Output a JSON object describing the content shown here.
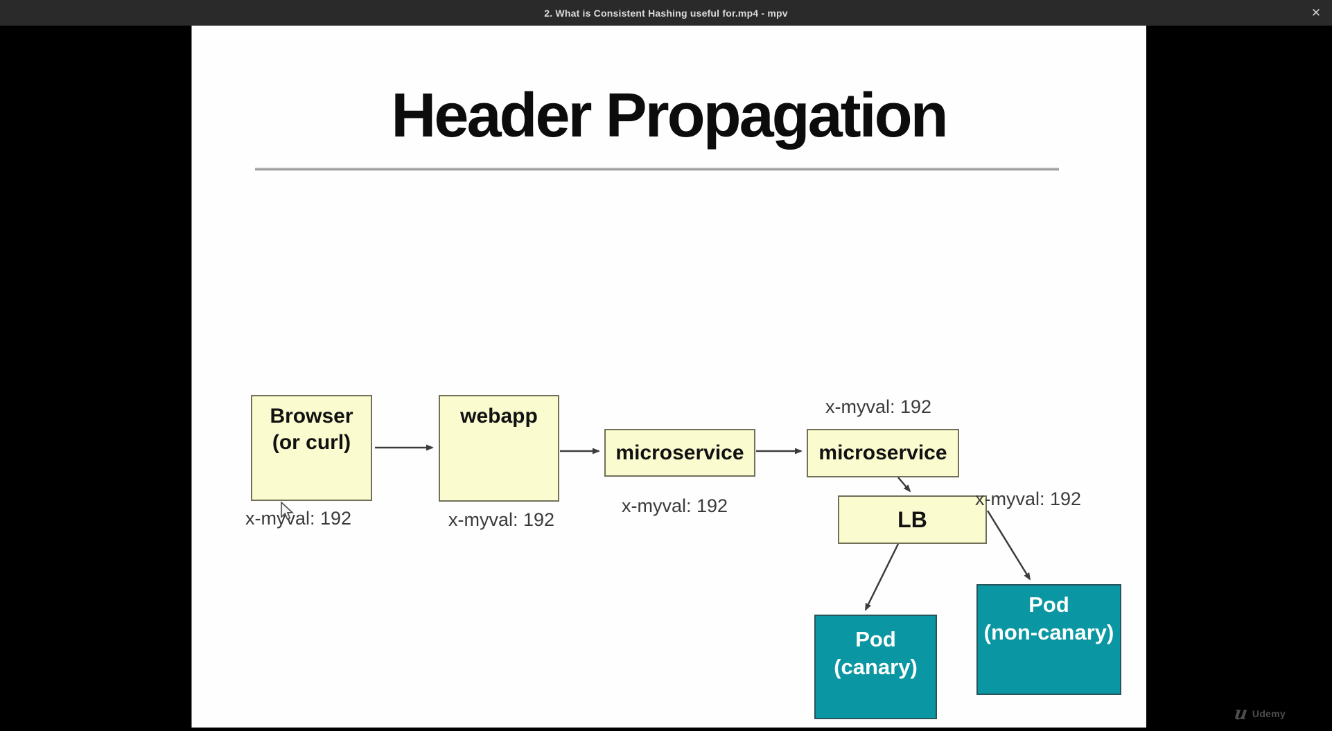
{
  "window": {
    "title": "2. What is Consistent Hashing useful for.mp4 - mpv",
    "close_icon": "✕"
  },
  "slide": {
    "title": "Header Propagation",
    "nodes": {
      "browser": {
        "lines": [
          "Browser",
          "(or curl)"
        ],
        "fill": "#fbfbd0"
      },
      "webapp": {
        "lines": [
          "webapp"
        ],
        "fill": "#fbfbd0"
      },
      "microservice1": {
        "lines": [
          "microservice"
        ],
        "fill": "#fbfbd0"
      },
      "microservice2": {
        "lines": [
          "microservice"
        ],
        "fill": "#fbfbd0"
      },
      "lb": {
        "lines": [
          "LB"
        ],
        "fill": "#fbfbd0"
      },
      "pod_canary": {
        "lines": [
          "Pod",
          "(canary)"
        ],
        "fill": "#0a96a2"
      },
      "pod_non_canary": {
        "lines": [
          "Pod",
          "(non-canary)"
        ],
        "fill": "#0a96a2"
      }
    },
    "header_labels": [
      {
        "text": "x-myval: 192",
        "anchor": "below-browser"
      },
      {
        "text": "x-myval: 192",
        "anchor": "below-webapp"
      },
      {
        "text": "x-myval: 192",
        "anchor": "below-microservice1"
      },
      {
        "text": "x-myval: 192",
        "anchor": "above-microservice2"
      },
      {
        "text": "x-myval: 192",
        "anchor": "right-of-lb"
      }
    ],
    "colors": {
      "node_yellow": "#fbfbd0",
      "node_teal": "#0a96a2",
      "arrow": "#3c3c3c",
      "label_text": "#3a3a3a"
    }
  },
  "watermark": {
    "glyph": "u",
    "brand": "Udemy"
  }
}
